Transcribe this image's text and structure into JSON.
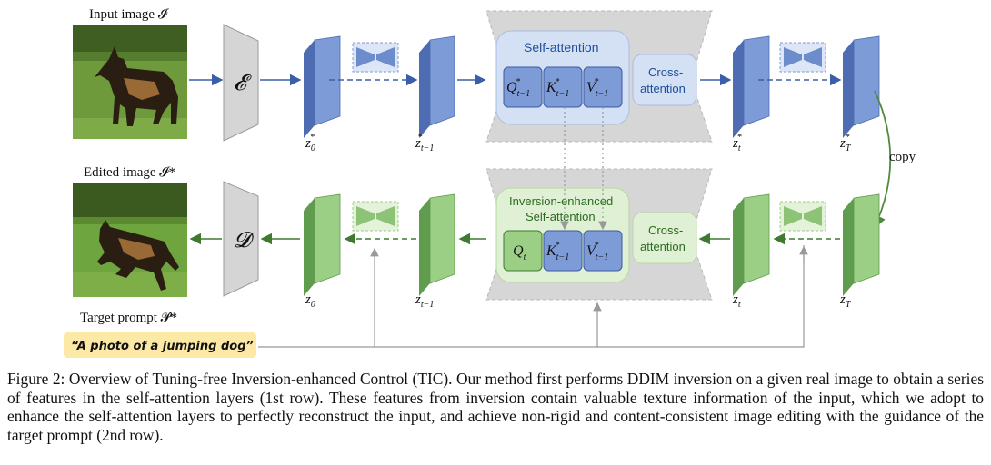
{
  "figure": {
    "input_label": "Input image 𝓘",
    "edited_label": "Edited image 𝓘*",
    "target_prompt_label": "Target prompt 𝓟*",
    "prompt_text": "“A photo of a jumping dog”",
    "encoder_symbol": "𝓔",
    "decoder_symbol": "𝓓",
    "copy_label": "copy",
    "top_row": {
      "self_attention_title": "Self-attention",
      "cross_attention_line1": "Cross-",
      "cross_attention_line2": "attention",
      "q": "Q",
      "k": "K",
      "v": "V",
      "qkv_sup": "*",
      "qkv_sub": "t−1",
      "latents": [
        {
          "base": "z",
          "sub": "0",
          "sup": "*"
        },
        {
          "base": "z",
          "sub": "t−1",
          "sup": "*"
        },
        {
          "base": "z",
          "sub": "t",
          "sup": "*"
        },
        {
          "base": "z",
          "sub": "T",
          "sup": "*"
        }
      ]
    },
    "bottom_row": {
      "self_attention_title_line1": "Inversion-enhanced",
      "self_attention_title_line2": "Self-attention",
      "cross_attention_line1": "Cross-",
      "cross_attention_line2": "attention",
      "q": "Q",
      "q_sub": "t",
      "k": "K",
      "v": "V",
      "kv_sup": "*",
      "kv_sub": "t−1",
      "latents": [
        {
          "base": "z",
          "sub": "0"
        },
        {
          "base": "z",
          "sub": "t−1"
        },
        {
          "base": "z",
          "sub": "t"
        },
        {
          "base": "z",
          "sub": "T"
        }
      ]
    },
    "colors": {
      "blue_face": "#7d9bd6",
      "blue_side": "#4d6cb2",
      "green_face": "#9bcf86",
      "green_side": "#5f9c4d",
      "gray_panel": "#d6d6d6",
      "blue_box": "#d4e1f5",
      "green_box": "#dff0d4",
      "prompt_highlight": "#fde9a6"
    }
  },
  "caption": "Figure 2: Overview of Tuning-free Inversion-enhanced Control (TIC). Our method first performs DDIM inversion on a given real image to obtain a series of features in the self-attention layers (1st row). These features from inversion contain valuable texture information of the input, which we adopt to enhance the self-attention layers to perfectly reconstruct the input, and achieve non-rigid and content-consistent image editing with the guidance of the target prompt (2nd row)."
}
